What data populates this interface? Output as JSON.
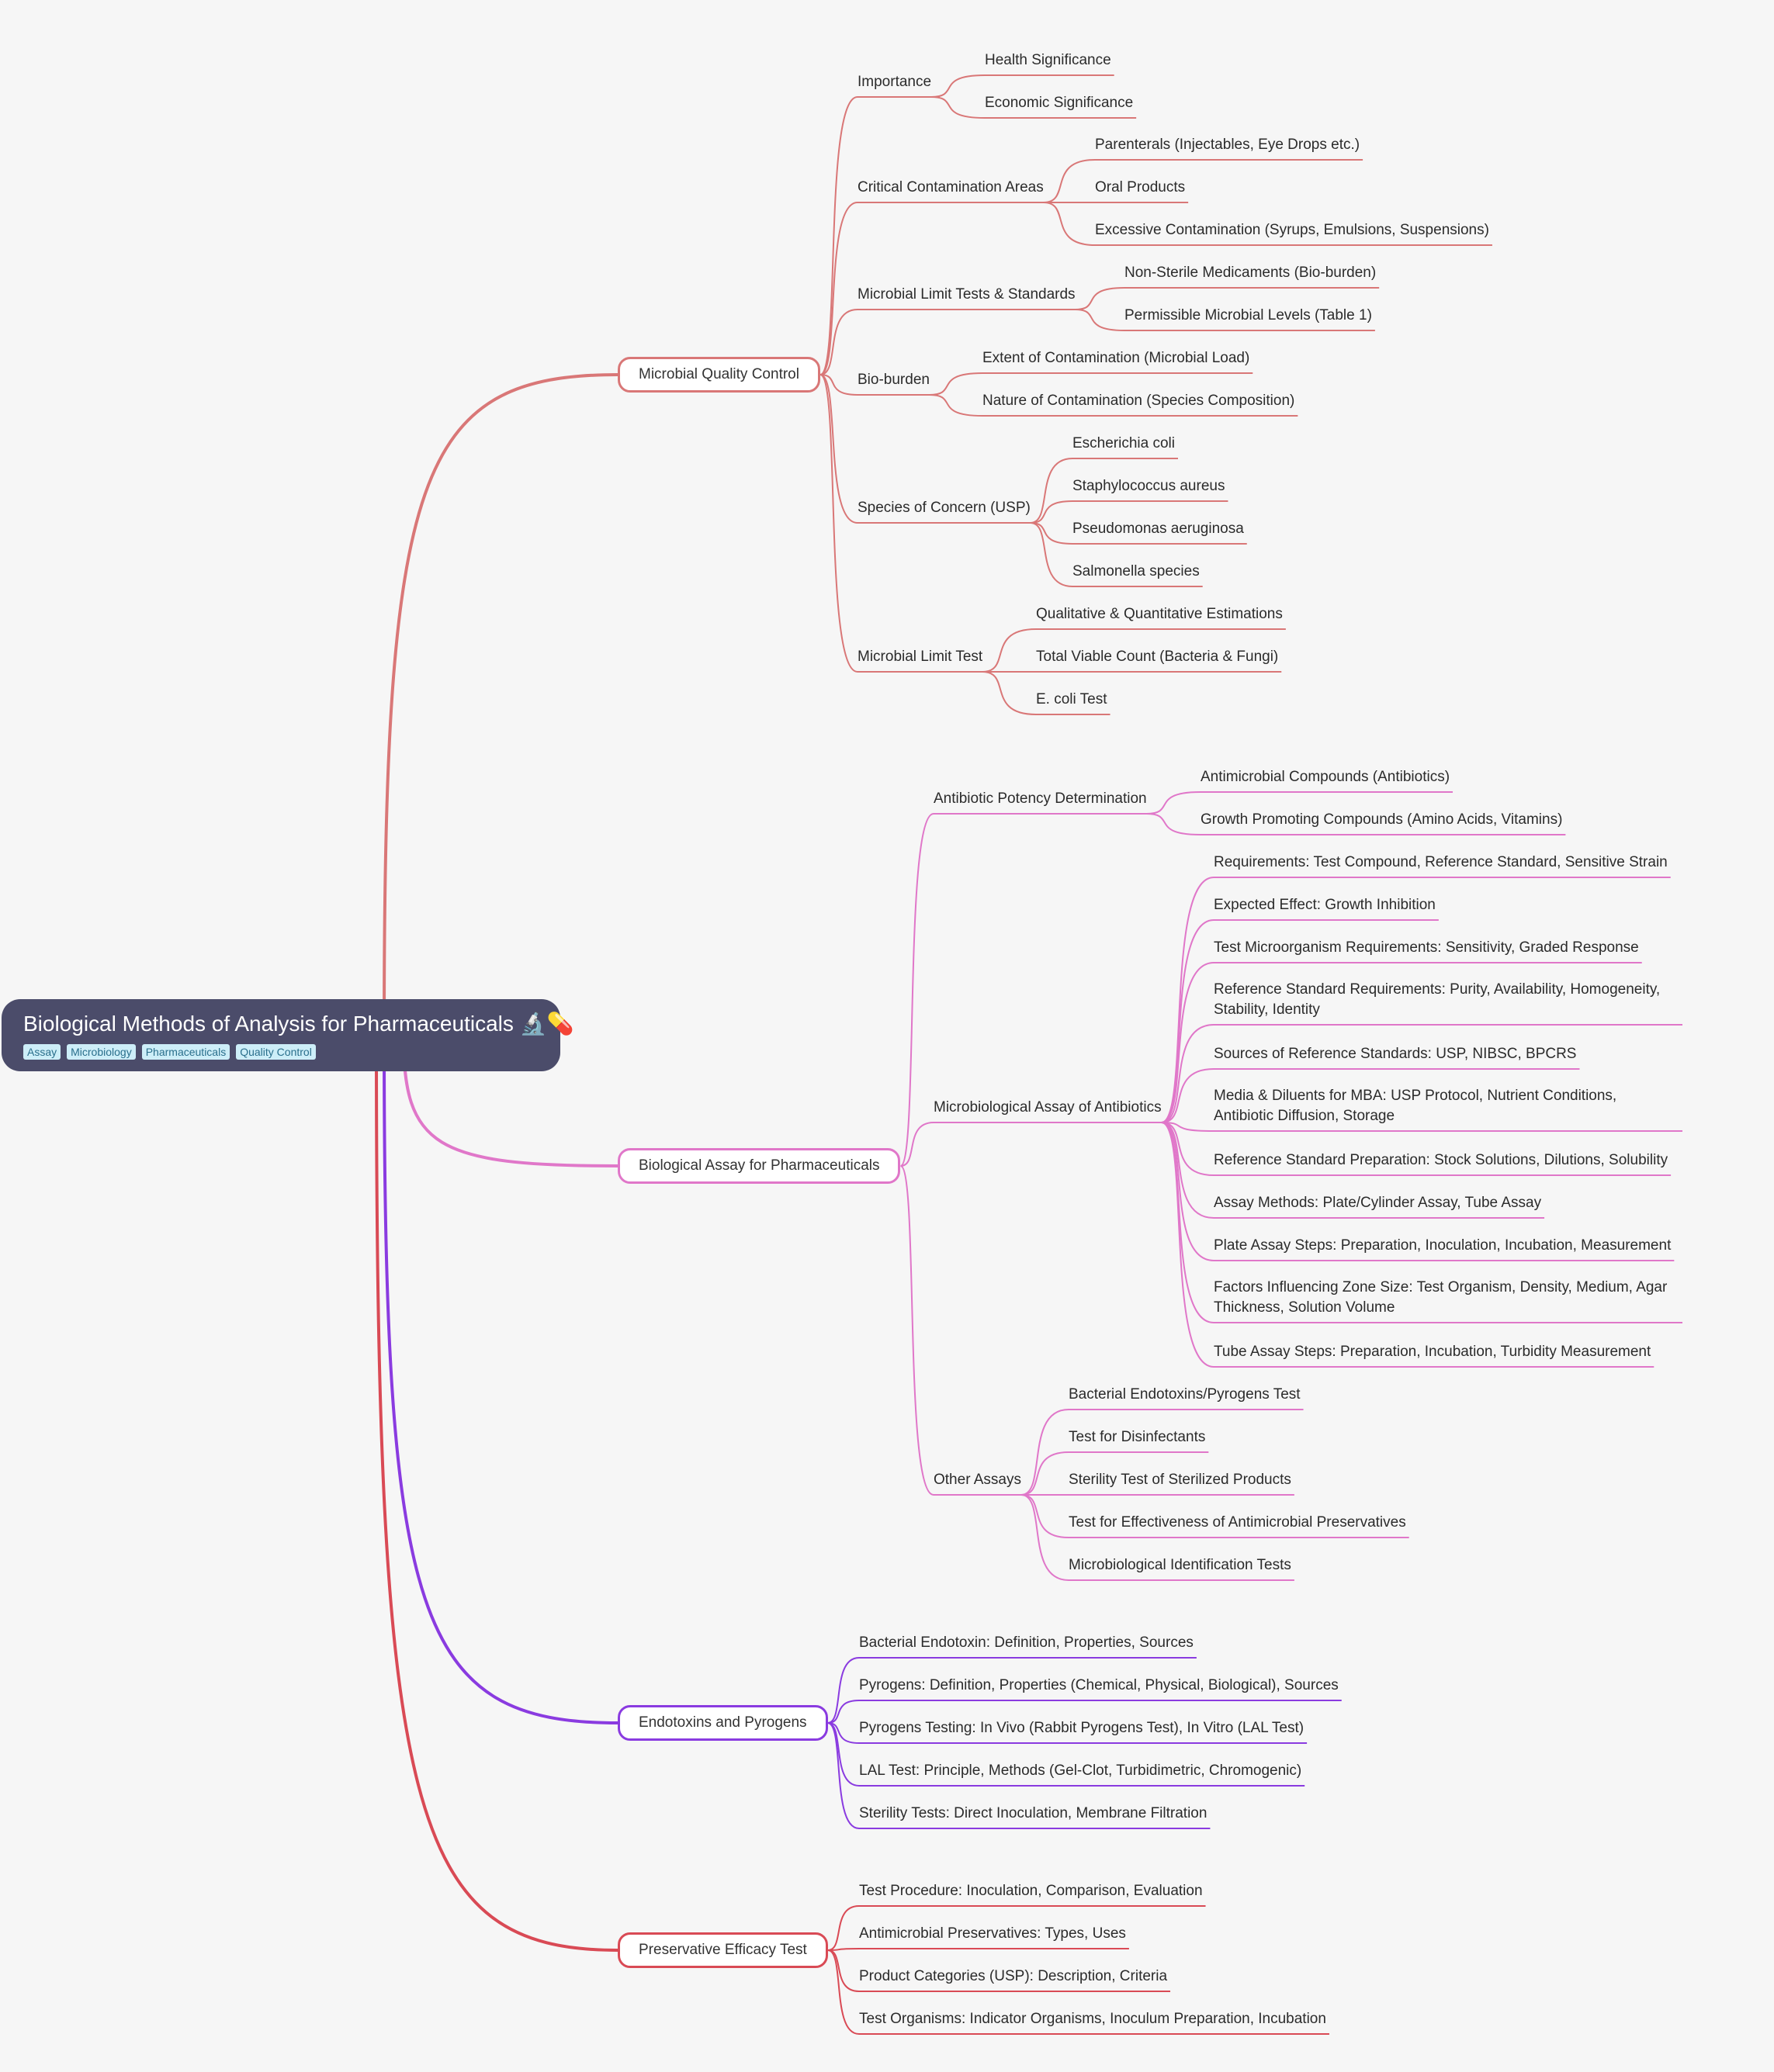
{
  "root": {
    "title": "Biological Methods of Analysis for Pharmaceuticals 🔬💊",
    "tags": [
      "Assay",
      "Microbiology",
      "Pharmaceuticals",
      "Quality Control"
    ]
  },
  "colors": {
    "microbial": "#d97777",
    "bioassay": "#e077c9",
    "endotoxins": "#8a3be0",
    "preservative": "#d94a55",
    "root_fill": "#4b4c6a",
    "background": "#f6f6f6"
  },
  "branches": [
    {
      "label": "Microbial Quality Control",
      "color": "#d97777",
      "children": [
        {
          "label": "Importance",
          "children": [
            {
              "label": "Health Significance"
            },
            {
              "label": "Economic Significance"
            }
          ]
        },
        {
          "label": "Critical Contamination Areas",
          "children": [
            {
              "label": "Parenterals (Injectables, Eye Drops etc.)"
            },
            {
              "label": "Oral Products"
            },
            {
              "label": "Excessive Contamination (Syrups, Emulsions, Suspensions)"
            }
          ]
        },
        {
          "label": "Microbial Limit Tests & Standards",
          "children": [
            {
              "label": "Non-Sterile Medicaments (Bio-burden)"
            },
            {
              "label": "Permissible Microbial Levels (Table 1)"
            }
          ]
        },
        {
          "label": "Bio-burden",
          "children": [
            {
              "label": "Extent of Contamination (Microbial Load)"
            },
            {
              "label": "Nature of Contamination (Species Composition)"
            }
          ]
        },
        {
          "label": "Species of Concern (USP)",
          "children": [
            {
              "label": "Escherichia coli"
            },
            {
              "label": "Staphylococcus aureus"
            },
            {
              "label": "Pseudomonas aeruginosa"
            },
            {
              "label": "Salmonella species"
            }
          ]
        },
        {
          "label": "Microbial Limit Test",
          "children": [
            {
              "label": "Qualitative & Quantitative Estimations"
            },
            {
              "label": "Total Viable Count (Bacteria & Fungi)"
            },
            {
              "label": "E. coli Test"
            }
          ]
        }
      ]
    },
    {
      "label": "Biological Assay for Pharmaceuticals",
      "color": "#e077c9",
      "children": [
        {
          "label": "Antibiotic Potency Determination",
          "children": [
            {
              "label": "Antimicrobial Compounds (Antibiotics)"
            },
            {
              "label": "Growth Promoting Compounds (Amino Acids, Vitamins)"
            }
          ]
        },
        {
          "label": "Microbiological Assay of Antibiotics",
          "children": [
            {
              "label": "Requirements: Test Compound, Reference Standard, Sensitive Strain"
            },
            {
              "label": "Expected Effect: Growth Inhibition"
            },
            {
              "label": "Test Microorganism Requirements: Sensitivity, Graded Response"
            },
            {
              "label": "Reference Standard Requirements: Purity, Availability, Homogeneity, Stability, Identity"
            },
            {
              "label": "Sources of Reference Standards: USP, NIBSC, BPCRS"
            },
            {
              "label": "Media & Diluents for MBA: USP Protocol, Nutrient Conditions, Antibiotic Diffusion, Storage"
            },
            {
              "label": "Reference Standard Preparation: Stock Solutions, Dilutions, Solubility"
            },
            {
              "label": "Assay Methods: Plate/Cylinder Assay, Tube Assay"
            },
            {
              "label": "Plate Assay Steps: Preparation, Inoculation, Incubation, Measurement"
            },
            {
              "label": "Factors Influencing Zone Size: Test Organism, Density, Medium, Agar Thickness, Solution Volume"
            },
            {
              "label": "Tube Assay Steps: Preparation, Incubation, Turbidity Measurement"
            }
          ]
        },
        {
          "label": "Other Assays",
          "children": [
            {
              "label": "Bacterial Endotoxins/Pyrogens Test"
            },
            {
              "label": "Test for Disinfectants"
            },
            {
              "label": "Sterility Test of Sterilized Products"
            },
            {
              "label": "Test for Effectiveness of Antimicrobial Preservatives"
            },
            {
              "label": "Microbiological Identification Tests"
            }
          ]
        }
      ]
    },
    {
      "label": "Endotoxins and Pyrogens",
      "color": "#8a3be0",
      "children": [
        {
          "label": "Bacterial Endotoxin: Definition, Properties, Sources"
        },
        {
          "label": "Pyrogens: Definition, Properties (Chemical, Physical, Biological), Sources"
        },
        {
          "label": "Pyrogens Testing: In Vivo (Rabbit Pyrogens Test), In Vitro (LAL Test)"
        },
        {
          "label": "LAL Test: Principle, Methods (Gel-Clot, Turbidimetric, Chromogenic)"
        },
        {
          "label": "Sterility Tests: Direct Inoculation, Membrane Filtration"
        }
      ]
    },
    {
      "label": "Preservative Efficacy Test",
      "color": "#d94a55",
      "children": [
        {
          "label": "Test Procedure: Inoculation, Comparison, Evaluation"
        },
        {
          "label": "Antimicrobial Preservatives: Types, Uses"
        },
        {
          "label": "Product Categories (USP): Description, Criteria"
        },
        {
          "label": "Test Organisms: Indicator Organisms, Inoculum Preparation, Incubation"
        }
      ]
    }
  ]
}
